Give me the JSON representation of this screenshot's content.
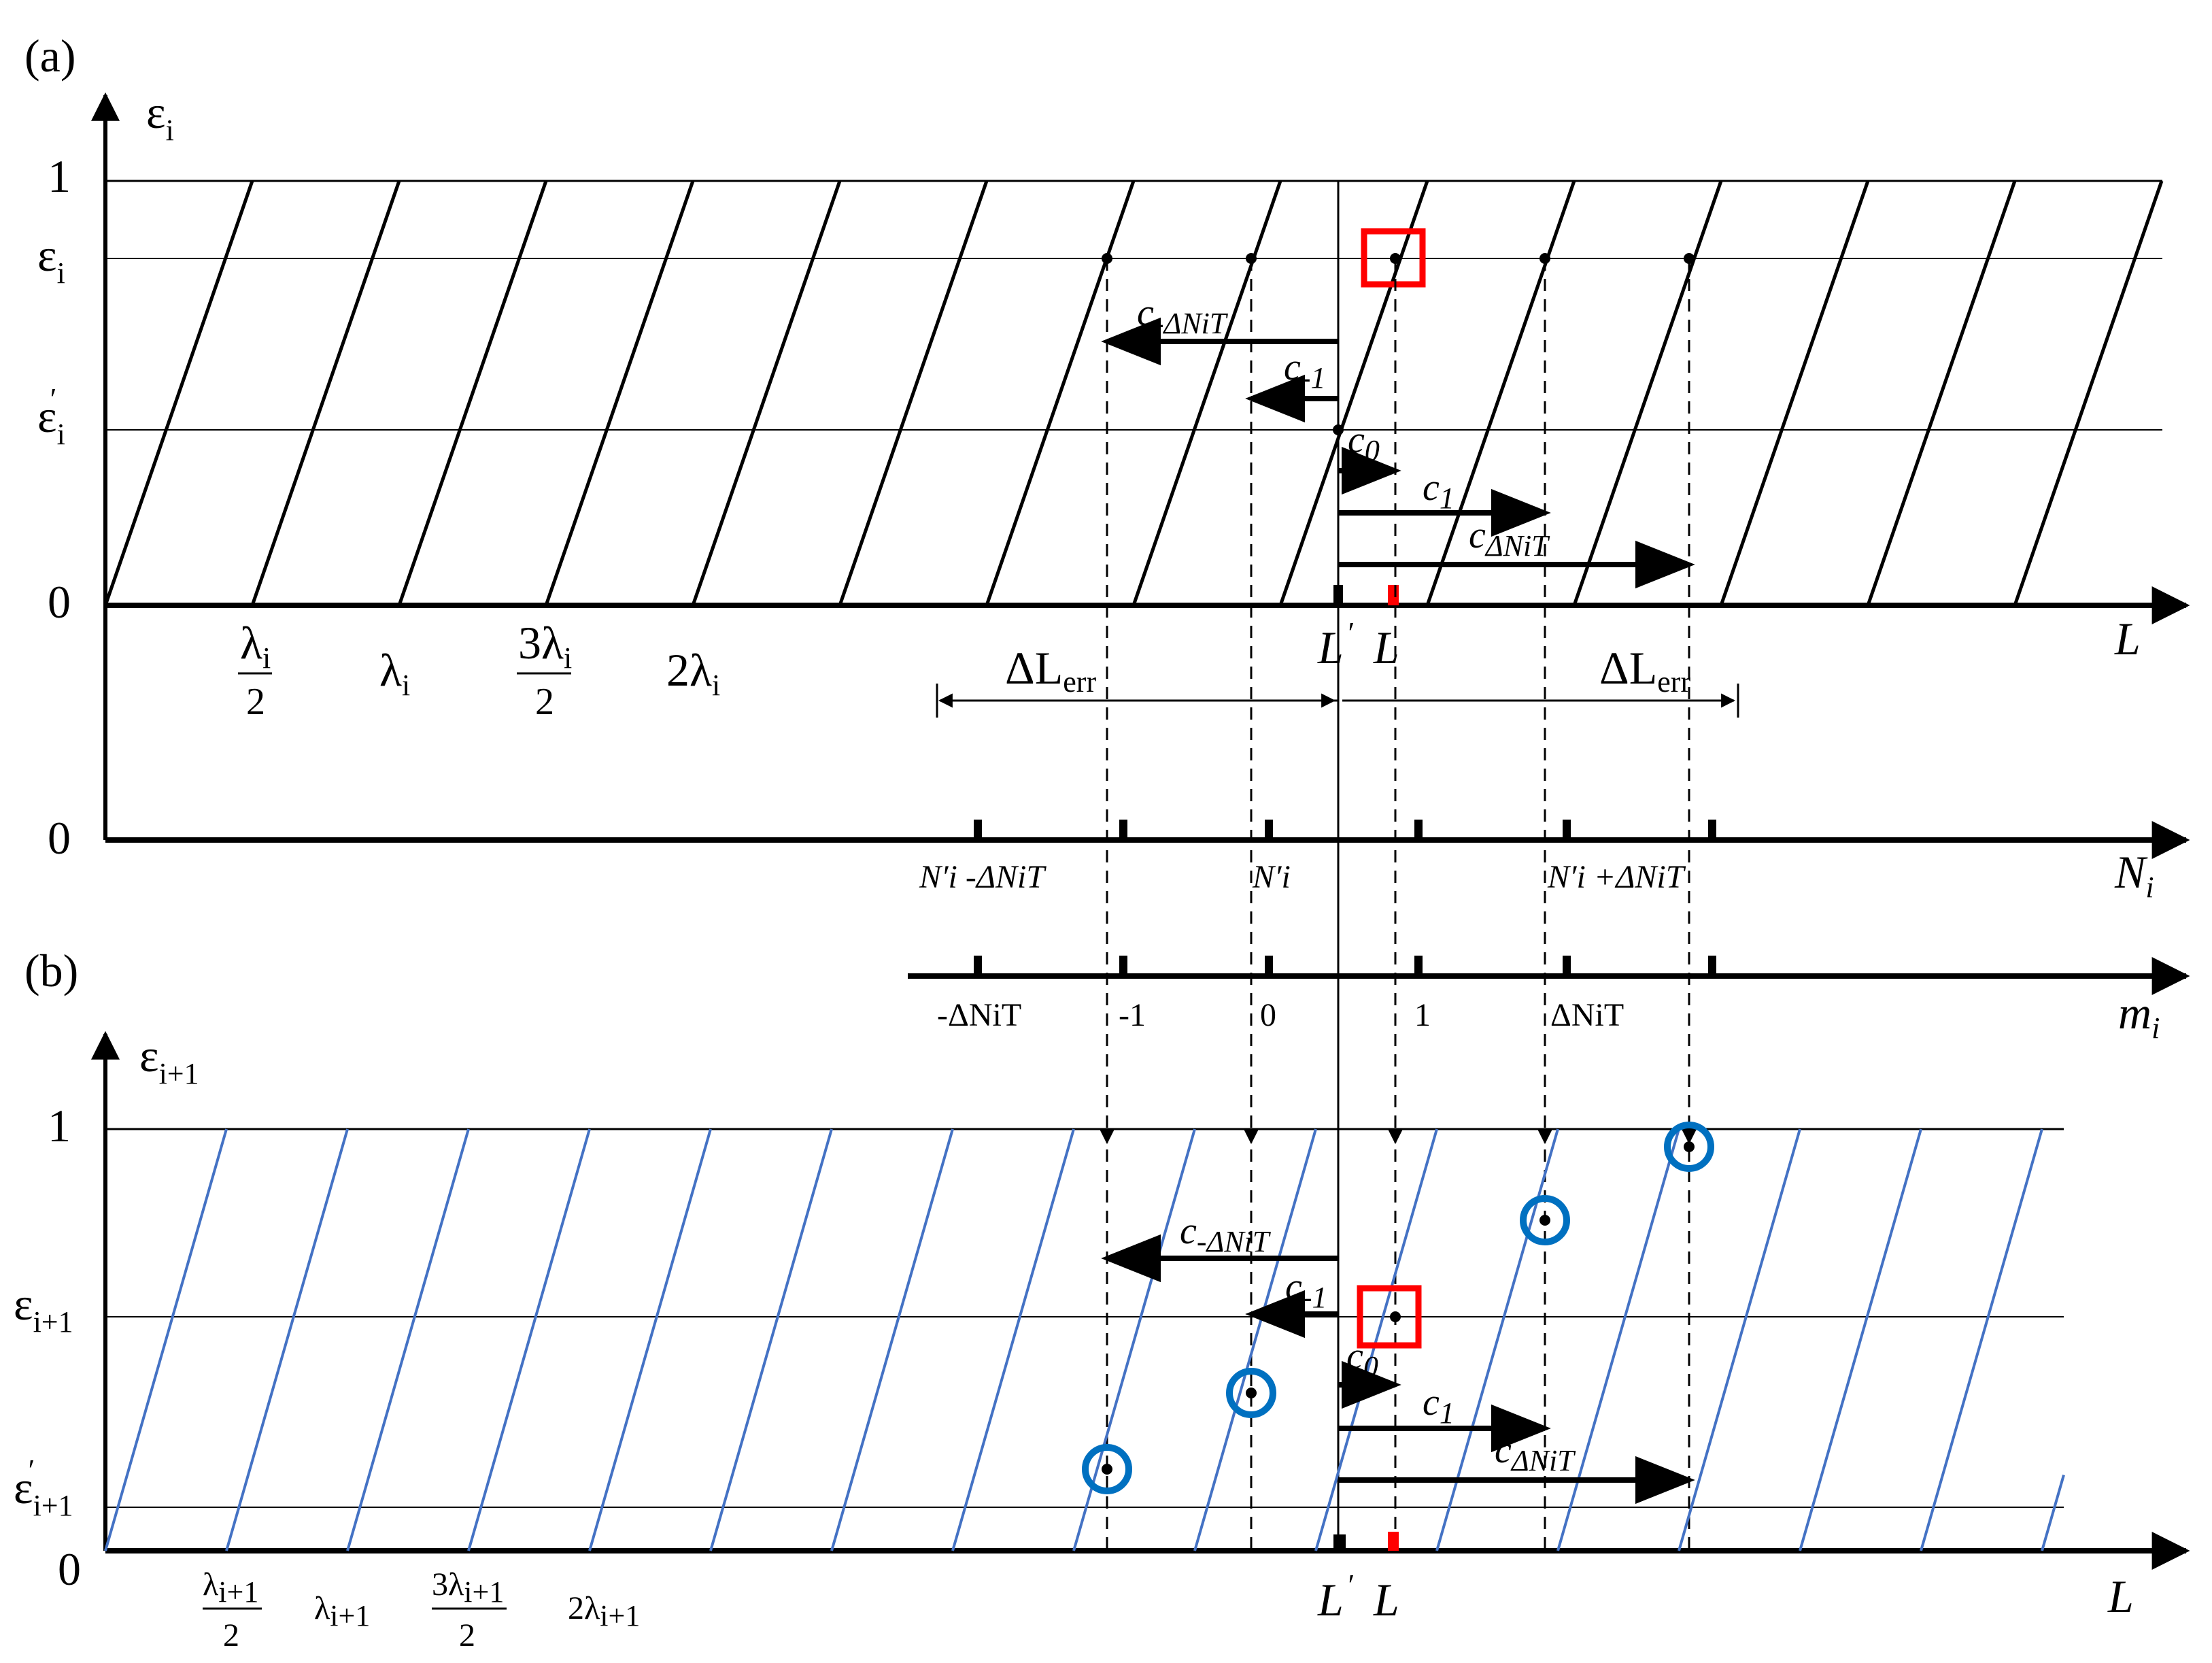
{
  "panel_a": {
    "tag": "(a)",
    "y_axis": {
      "symbol": "ε",
      "sub": "i"
    },
    "y_ticks": {
      "one": "1",
      "eps": "ε",
      "eps_sub": "i",
      "epsp": "ε",
      "epsp_sub": "i",
      "prime": "′",
      "zero": "0"
    },
    "x_axis_label": "L",
    "x_ticks": [
      {
        "num": "λ",
        "num_sub": "i",
        "den": "2"
      },
      {
        "text": "λ",
        "sub": "i"
      },
      {
        "num": "3λ",
        "num_sub": "i",
        "den": "2"
      },
      {
        "text": "2λ",
        "sub": "i"
      }
    ],
    "L_prime": "L",
    "prime": "′",
    "L": "L",
    "err_label": "ΔL",
    "err_sub": "err",
    "arrows": {
      "c_neg_dn": "c",
      "c_neg_dn_sub": "-ΔNiT",
      "c_neg1": "c",
      "c_neg1_sub": "-1",
      "c0": "c",
      "c0_sub": "0",
      "c1": "c",
      "c1_sub": "1",
      "c_dn": "c",
      "c_dn_sub": "ΔNiT"
    },
    "n_axis": {
      "zero": "0",
      "label": "N",
      "label_sub": "i",
      "tick_left": "N′i -ΔNiT",
      "tick_mid": "N′i",
      "tick_right": "N′i +ΔNiT"
    },
    "m_axis": {
      "label": "m",
      "label_sub": "i",
      "ticks": [
        "-ΔNiT",
        "-1",
        "0",
        "1",
        "ΔNiT"
      ]
    }
  },
  "panel_b": {
    "tag": "(b)",
    "y_axis": {
      "symbol": "ε",
      "sub": "i+1"
    },
    "y_ticks": {
      "one": "1",
      "eps": "ε",
      "eps_sub": "i+1",
      "epsp": "ε",
      "epsp_sub": "i+1",
      "prime": "′",
      "zero": "0"
    },
    "x_axis_label": "L",
    "x_ticks": [
      {
        "num": "λ",
        "num_sub": "i+1",
        "den": "2"
      },
      {
        "text": "λ",
        "sub": "i+1"
      },
      {
        "num": "3λ",
        "num_sub": "i+1",
        "den": "2"
      },
      {
        "text": "2λ",
        "sub": "i+1"
      }
    ],
    "L_prime": "L",
    "prime": "′",
    "L": "L",
    "arrows": {
      "c_neg_dn": "c",
      "c_neg_dn_sub": "-ΔNiT",
      "c_neg1": "c",
      "c_neg1_sub": "-1",
      "c0": "c",
      "c0_sub": "0",
      "c1": "c",
      "c1_sub": "1",
      "c_dn": "c",
      "c_dn_sub": "ΔNiT"
    }
  },
  "colors": {
    "black_lines": "#000000",
    "blue_lines": "#4472c4",
    "circle_blue": "#0070c0",
    "highlight_red": "#ff0000"
  }
}
